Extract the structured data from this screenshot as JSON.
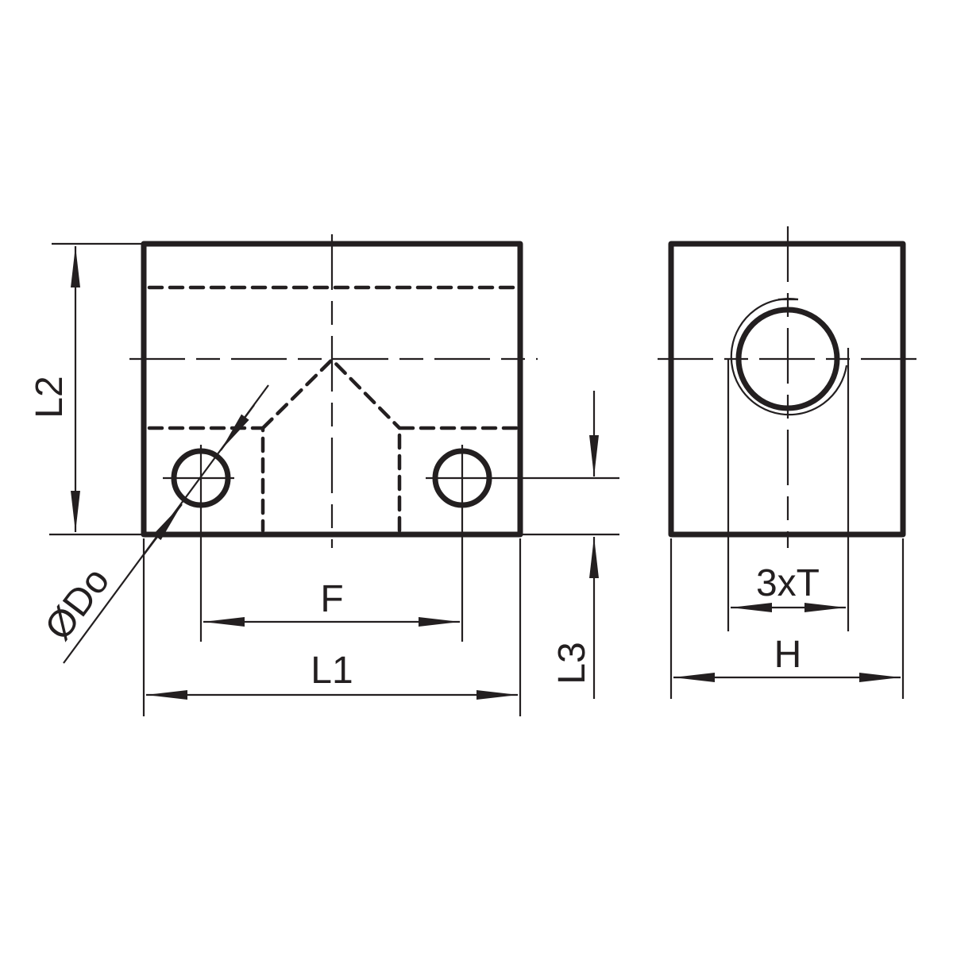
{
  "labels": {
    "L2": "L2",
    "Do": "ØDo",
    "F": "F",
    "L1": "L1",
    "L3": "L3",
    "T": "3xT",
    "H": "H"
  },
  "colors": {
    "line": "#231f20",
    "background": "#ffffff"
  }
}
